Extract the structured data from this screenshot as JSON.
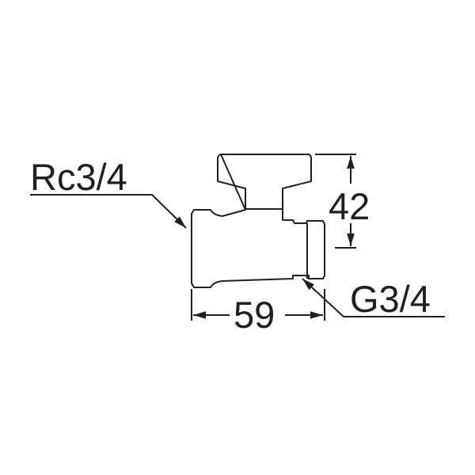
{
  "labels": {
    "inlet_thread": "Rc3/4",
    "outlet_thread": "G3/4",
    "height_dim": "42",
    "length_dim": "59"
  },
  "colors": {
    "line": "#231f20",
    "background": "#ffffff"
  }
}
